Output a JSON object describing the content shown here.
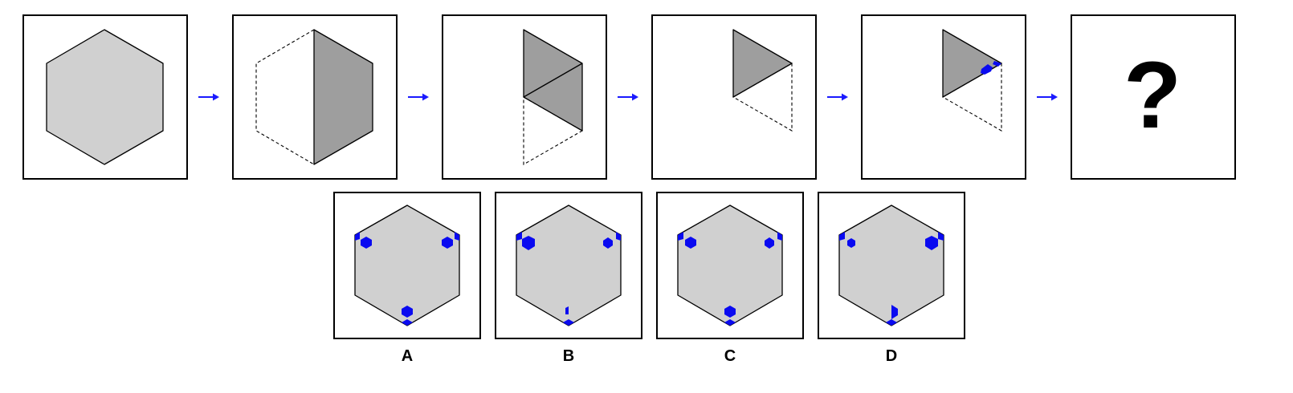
{
  "sequence": {
    "panels": [
      {
        "name": "step-1-full-hexagon"
      },
      {
        "name": "step-2-fold-left-half"
      },
      {
        "name": "step-3-fold-in-half"
      },
      {
        "name": "step-4-fold-again"
      },
      {
        "name": "step-5-punch-hole"
      },
      {
        "name": "step-6-question",
        "text": "?"
      }
    ],
    "arrow_color": "#1a1aff"
  },
  "options": [
    {
      "label": "A"
    },
    {
      "label": "B"
    },
    {
      "label": "C"
    },
    {
      "label": "D"
    }
  ],
  "colors": {
    "paper_light": "#d0d0d0",
    "paper_folded": "#9e9e9e",
    "hole": "#0a0af0"
  }
}
